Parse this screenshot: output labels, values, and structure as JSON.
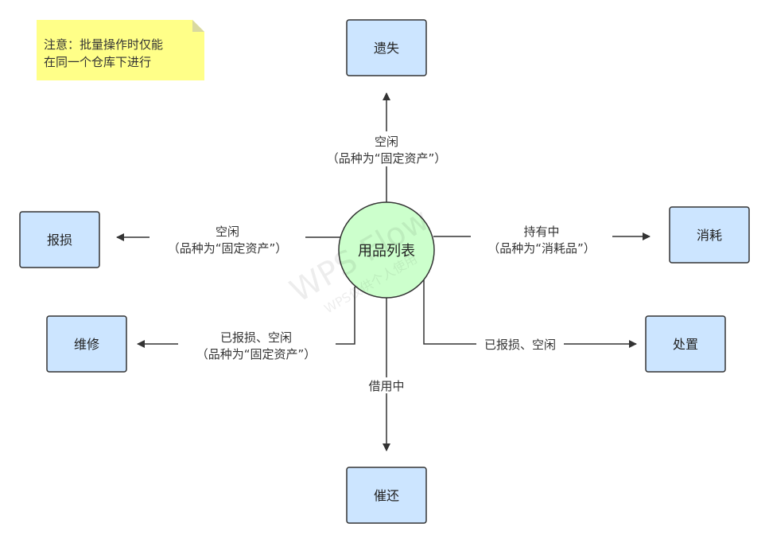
{
  "note": {
    "lines": [
      "注意：批量操作时仅能",
      "在同一个仓库下进行"
    ]
  },
  "center": {
    "label": "用品列表"
  },
  "nodes": {
    "lost": "遗失",
    "scrap": "报损",
    "consume": "消耗",
    "repair": "维修",
    "dispose": "处置",
    "urge_return": "催还"
  },
  "edges": {
    "to_lost": [
      "空闲",
      "（品种为“固定资产”）"
    ],
    "to_scrap": [
      "空闲",
      "（品种为“固定资产”）"
    ],
    "to_consume": [
      "持有中",
      "（品种为“消耗品”）"
    ],
    "to_repair": [
      "已报损、空闲",
      "（品种为“固定资产”）"
    ],
    "to_dispose": [
      "已报损、空闲"
    ],
    "to_urge_return": [
      "借用中"
    ]
  },
  "watermark": {
    "main": "WPS Flow",
    "sub": "WPS仅供个人使用"
  }
}
